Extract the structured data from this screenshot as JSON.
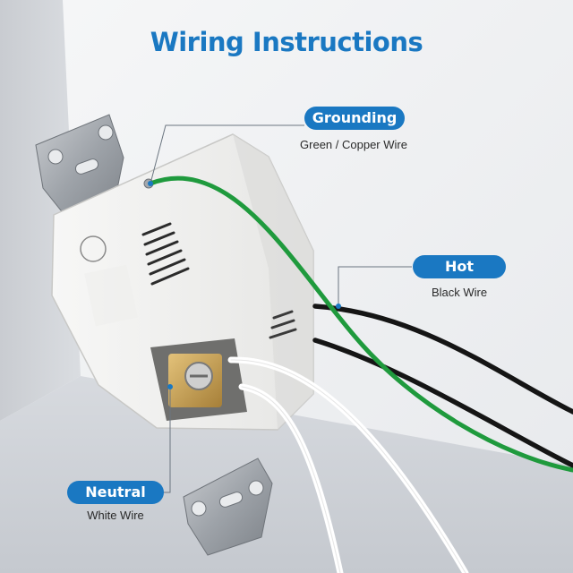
{
  "title": "Wiring Instructions",
  "labels": {
    "grounding": {
      "label": "Grounding",
      "description": "Green / Copper Wire"
    },
    "hot": {
      "label": "Hot",
      "description": "Black Wire"
    },
    "neutral": {
      "label": "Neutral",
      "description": "White Wire"
    }
  },
  "colors": {
    "accent": "#1a78c2",
    "ground_wire": "#1f9a3d",
    "hot_wire": "#151515",
    "neutral_wire": "#ffffff",
    "leader_line": "#6b7580"
  }
}
